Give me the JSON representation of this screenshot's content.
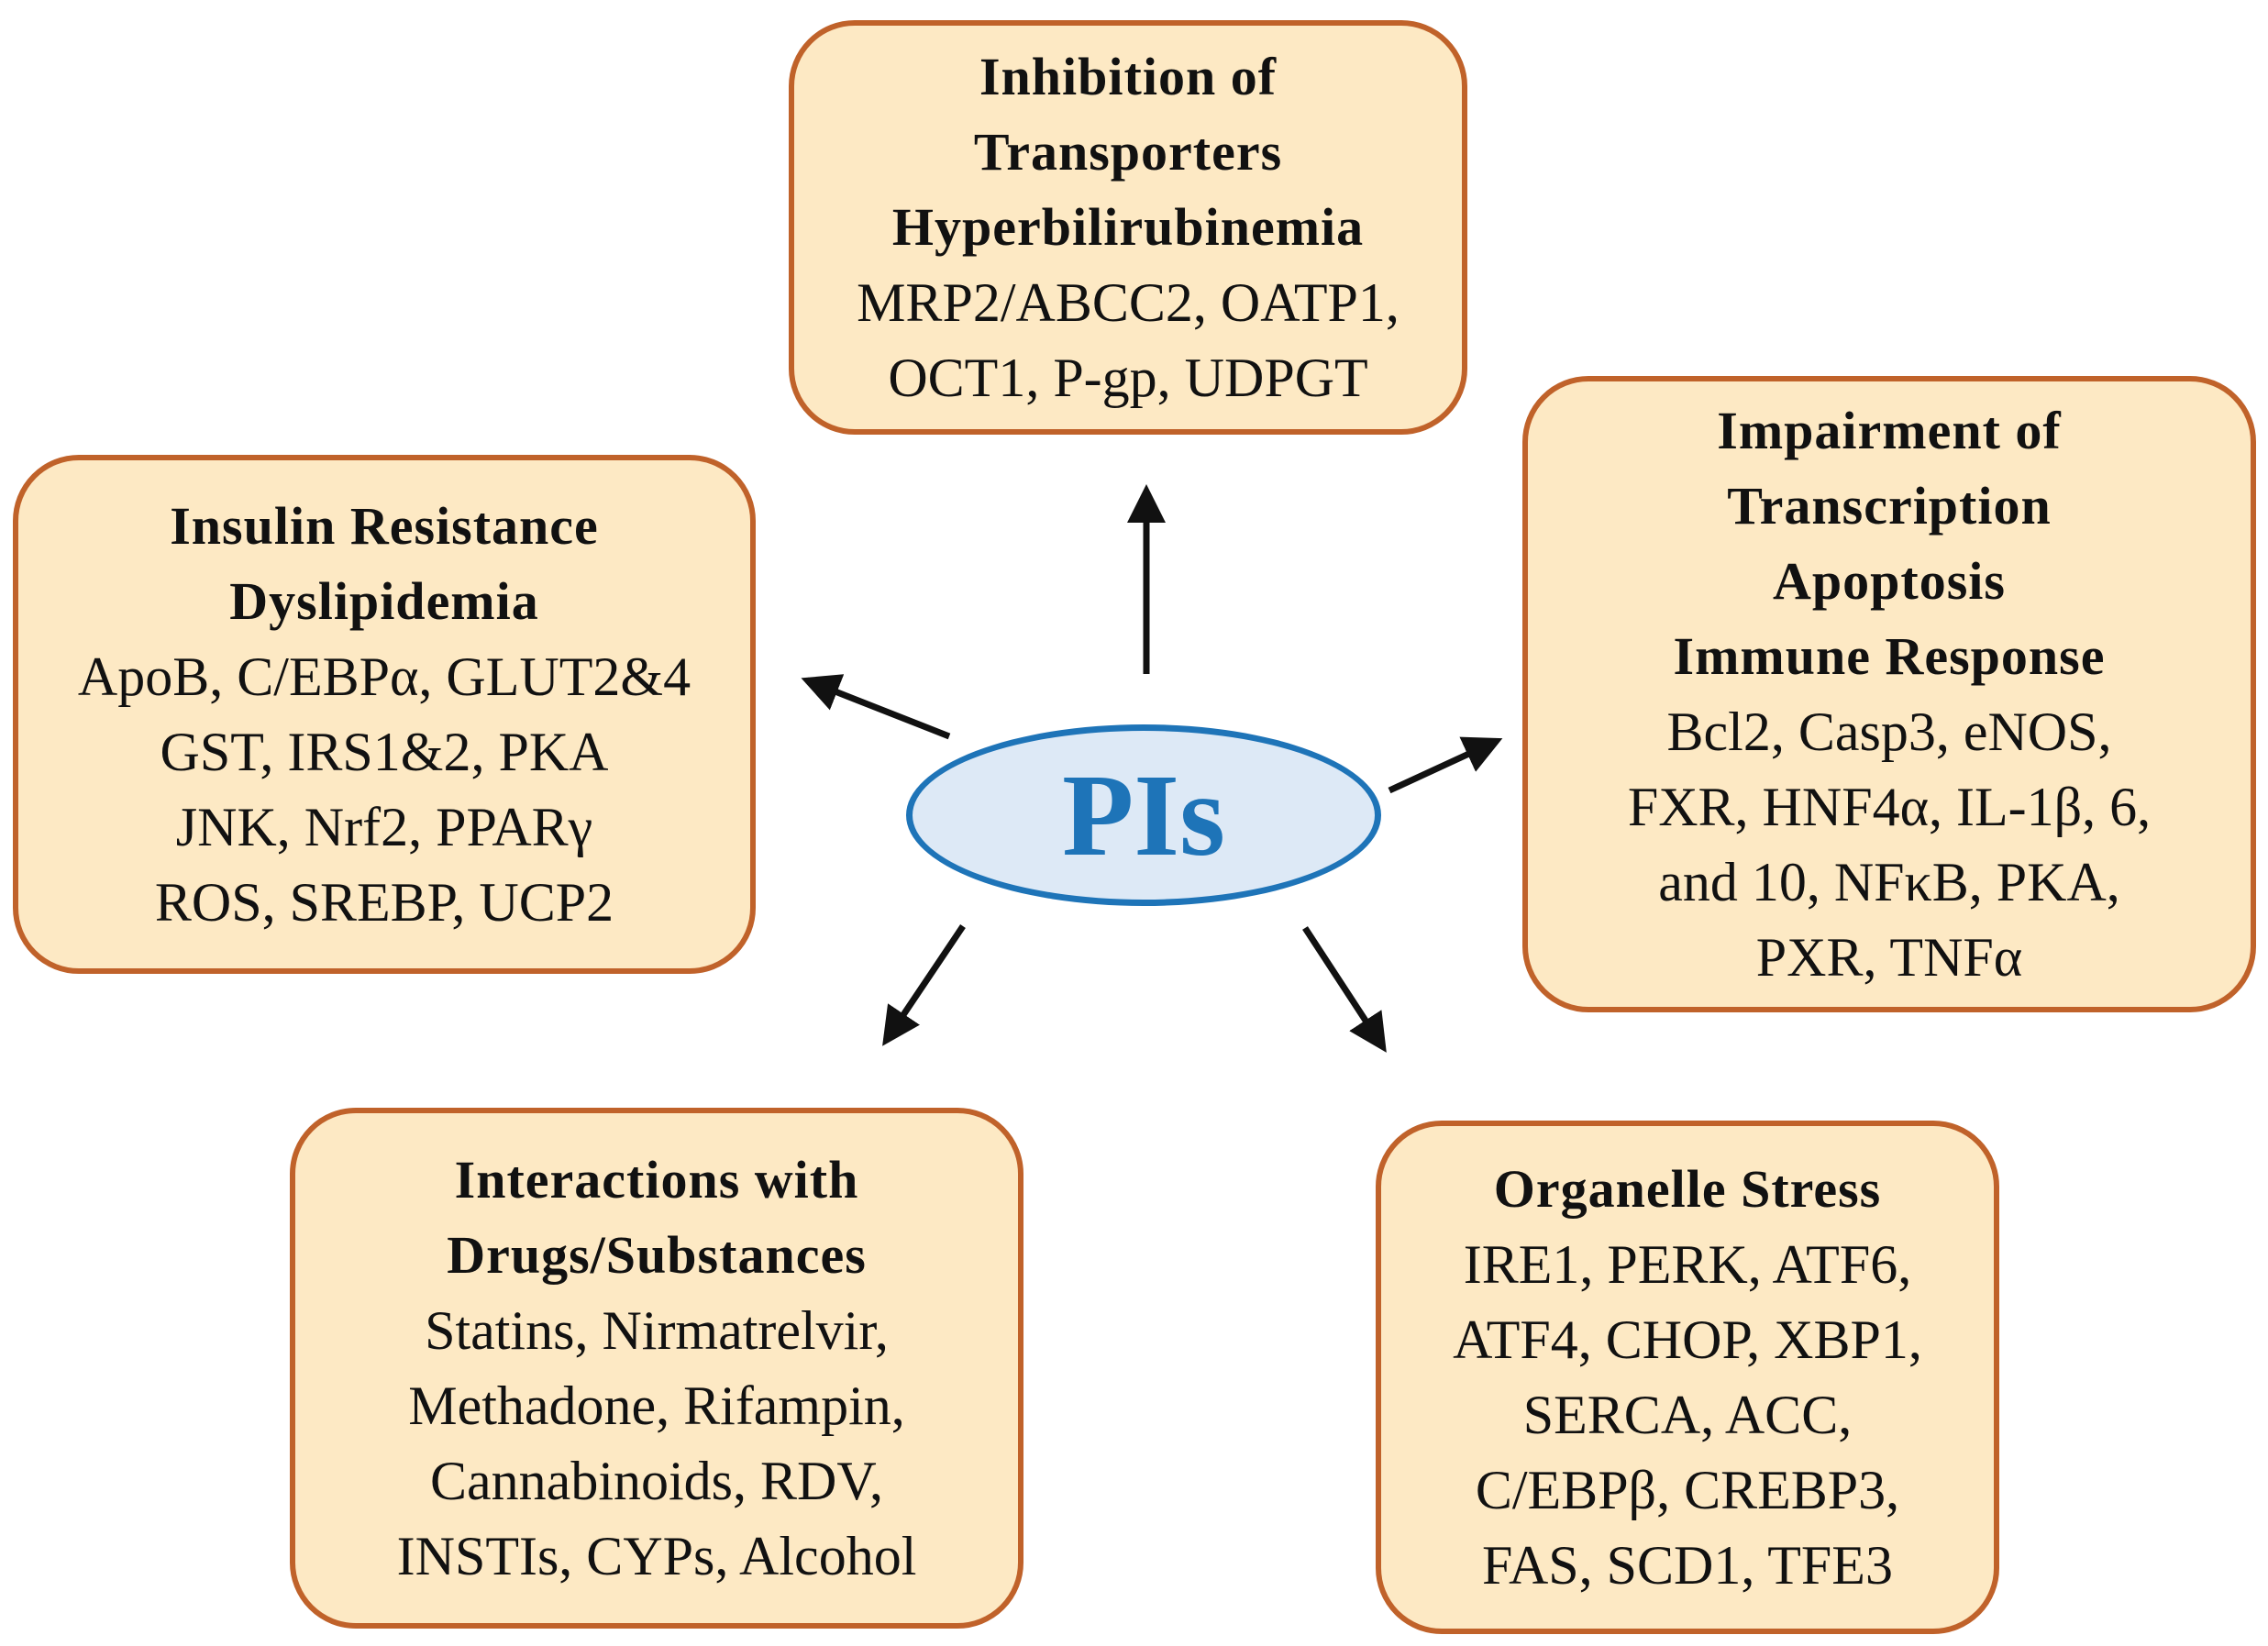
{
  "hub": {
    "label": "PIs"
  },
  "colors": {
    "box_fill": "#fde9c4",
    "box_border": "#c0622a",
    "hub_fill": "#dde9f6",
    "hub_border": "#1e74b8",
    "arrow": "#111111"
  },
  "boxes": {
    "top": {
      "titles": [
        "Inhibition of",
        "Transporters",
        "Hyperbilirubinemia"
      ],
      "items": [
        "MRP2/ABCC2, OATP1,",
        "OCT1, P-gp, UDPGT"
      ]
    },
    "left": {
      "titles": [
        "Insulin Resistance",
        "Dyslipidemia"
      ],
      "items": [
        "ApoB, C/EBPα, GLUT2&4",
        "GST, IRS1&2, PKA",
        "JNK, Nrf2, PPARγ",
        "ROS, SREBP, UCP2"
      ]
    },
    "right": {
      "titles": [
        "Impairment of",
        "Transcription",
        "Apoptosis",
        "Immune Response"
      ],
      "items": [
        "Bcl2, Casp3, eNOS,",
        "FXR, HNF4α,  IL-1β, 6,",
        "and 10, NFκB, PKA,",
        "PXR, TNFα"
      ]
    },
    "bottom_left": {
      "titles": [
        "Interactions with",
        "Drugs/Substances"
      ],
      "items": [
        "Statins, Nirmatrelvir,",
        "Methadone, Rifampin,",
        "Cannabinoids, RDV,",
        "INSTIs, CYPs, Alcohol"
      ]
    },
    "bottom_right": {
      "titles": [
        "Organelle Stress"
      ],
      "items": [
        "IRE1, PERK, ATF6,",
        "ATF4, CHOP, XBP1,",
        "SERCA, ACC,",
        "C/EBPβ, CREBP3,",
        "FAS, SCD1, TFE3"
      ]
    }
  }
}
